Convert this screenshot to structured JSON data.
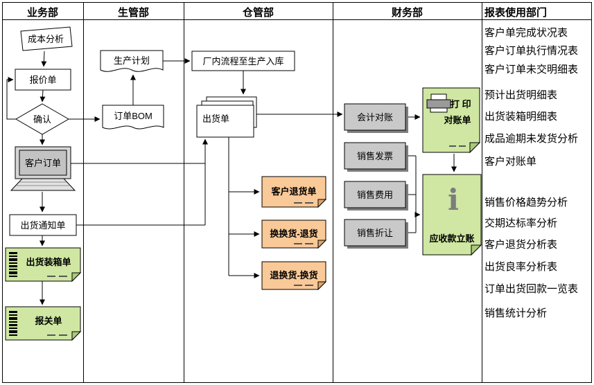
{
  "lanes": {
    "business": "业务部",
    "production": "生管部",
    "warehouse": "仓管部",
    "finance": "财务部",
    "reports": "报表使用部门"
  },
  "nodes": {
    "cost_analysis": "成本分析",
    "quote": "报价单",
    "confirm": "确认",
    "customer_order": "客户订单",
    "ship_notice": "出货通知单",
    "packing_list": "出货装箱单",
    "customs": "报关单",
    "production_plan": "生产计划",
    "order_bom": "订单BOM",
    "inplant": "厂内流程至生产入库",
    "shipment": "出货单",
    "customer_return": "客户退货单",
    "exchange_return": "换换货-退货",
    "return_exchange": "退换货-换货",
    "acct_recon": "会计对账",
    "sales_invoice": "销售发票",
    "sales_expense": "销售费用",
    "sales_allowance": "销售折让",
    "print_line1": "打 印",
    "print_line2": "对账单",
    "info_glyph": "i",
    "ar_posting": "应收款立账"
  },
  "reports": {
    "items": [
      "客户单完成状况表",
      "客户订单执行情况表",
      "客户订单未交明细表",
      "预计出货明细表",
      "出货装箱明细表",
      "成品逾期未发货分析",
      "客户对账单",
      "销售价格趋势分析",
      "交期达标率分析",
      "客户退货分析表",
      "出货良率分析表",
      "订单出货回款一览表",
      "销售统计分析"
    ]
  },
  "colors": {
    "note_green": "#cfe7a2",
    "note_green_fold": "#a9cb7c",
    "note_orange": "#f9c998",
    "note_orange_fold": "#dfa368",
    "box_gray": "#c9c9c9",
    "box_shadow": "#7d7d7d",
    "screen_gray": "#c3c3c3",
    "frame_gray": "#d6d6d6",
    "white": "#ffffff"
  }
}
